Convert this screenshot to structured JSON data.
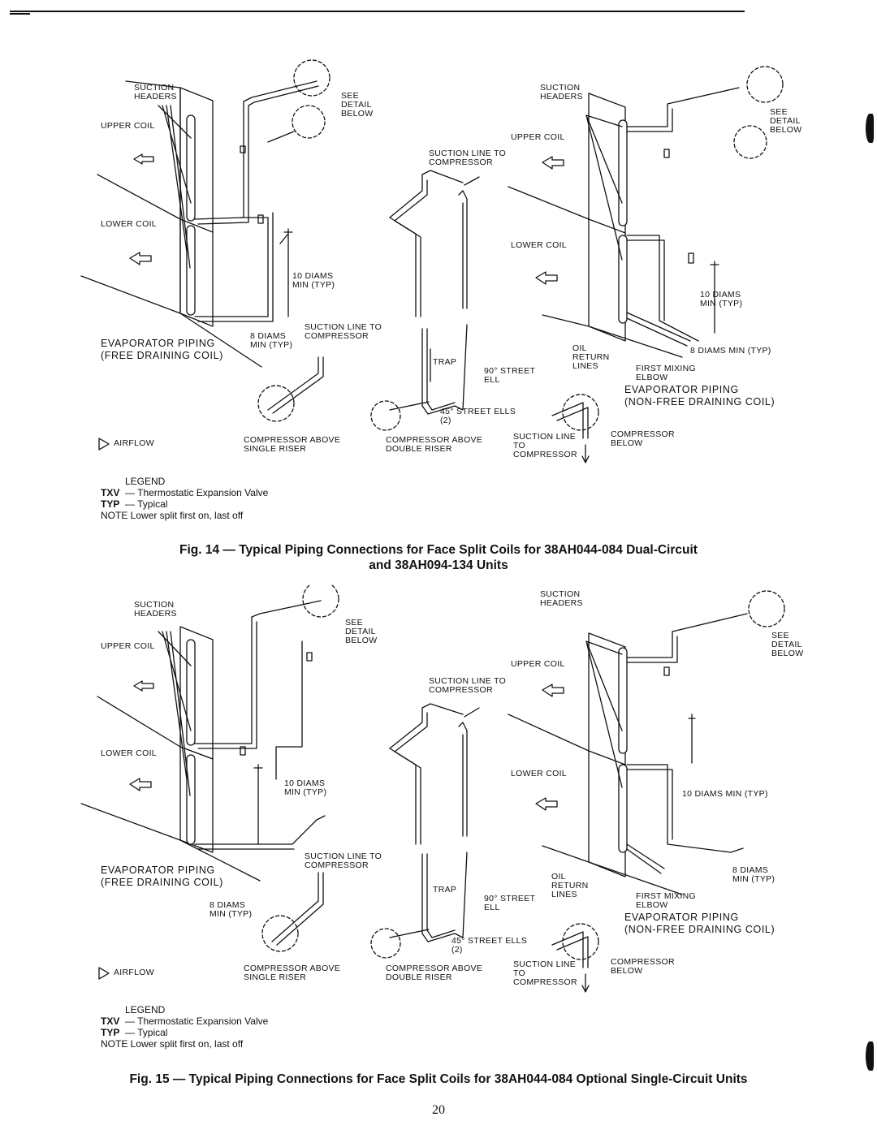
{
  "fig14": {
    "left_panel": {
      "suction_headers": "SUCTION HEADERS",
      "upper_coil": "UPPER COIL",
      "lower_coil": "LOWER COIL",
      "see_detail_below": "SEE DETAIL BELOW",
      "ten_diams_min": "10 DIAMS MIN (TYP)",
      "suction_line_to_compressor": "SUCTION LINE TO COMPRESSOR",
      "eight_diams_min": "8 DIAMS MIN (TYP)",
      "title": "EVAPORATOR PIPING",
      "subtitle": "(FREE DRAINING COIL)",
      "airflow": "AIRFLOW",
      "compressor_above_single": "COMPRESSOR ABOVE SINGLE RISER"
    },
    "middle_panel": {
      "suction_line_to_compressor": "SUCTION LINE TO COMPRESSOR",
      "trap": "TRAP",
      "street_ell_90": "90° STREET ELL",
      "street_ells_45": "45° STREET ELLS (2)",
      "compressor_above_double": "COMPRESSOR ABOVE DOUBLE RISER",
      "suction_line_to_compressor_2": "SUCTION LINE TO COMPRESSOR"
    },
    "right_panel": {
      "suction_headers": "SUCTION HEADERS",
      "upper_coil": "UPPER COIL",
      "lower_coil": "LOWER COIL",
      "see_detail_below": "SEE DETAIL BELOW",
      "ten_diams_min": "10 DIAMS MIN (TYP)",
      "oil_return_lines": "OIL RETURN LINES",
      "eight_diams_min": "8 DIAMS MIN (TYP)",
      "first_mixing_elbow": "FIRST MIXING ELBOW",
      "title": "EVAPORATOR PIPING",
      "subtitle": "(NON-FREE DRAINING COIL)",
      "compressor_below": "COMPRESSOR BELOW"
    },
    "legend": {
      "heading": "LEGEND",
      "txv_abbr": "TXV",
      "txv_def": "— Thermostatic Expansion Valve",
      "typ_abbr": "TYP",
      "typ_def": "— Typical",
      "note": "NOTE Lower split first on, last off"
    },
    "caption_line1": "Fig. 14 — Typical Piping Connections for Face Split Coils for 38AH044-084 Dual-Circuit",
    "caption_line2": "and 38AH094-134 Units"
  },
  "fig15": {
    "left_panel": {
      "suction_headers": "SUCTION HEADERS",
      "upper_coil": "UPPER COIL",
      "lower_coil": "LOWER COIL",
      "see_detail_below": "SEE DETAIL BELOW",
      "ten_diams_min": "10 DIAMS MIN (TYP)",
      "suction_line_to_compressor": "SUCTION LINE TO COMPRESSOR",
      "eight_diams_min": "8 DIAMS MIN (TYP)",
      "title": "EVAPORATOR PIPING",
      "subtitle": "(FREE DRAINING COIL)",
      "airflow": "AIRFLOW",
      "compressor_above_single": "COMPRESSOR ABOVE SINGLE RISER"
    },
    "middle_panel": {
      "suction_line_to_compressor": "SUCTION LINE TO COMPRESSOR",
      "trap": "TRAP",
      "street_ell_90": "90° STREET ELL",
      "street_ells_45": "45° STREET ELLS (2)",
      "compressor_above_double": "COMPRESSOR ABOVE DOUBLE RISER",
      "suction_line_to_compressor_2": "SUCTION LINE TO COMPRESSOR"
    },
    "right_panel": {
      "suction_headers": "SUCTION HEADERS",
      "upper_coil": "UPPER COIL",
      "lower_coil": "LOWER COIL",
      "see_detail_below": "SEE DETAIL BELOW",
      "ten_diams_min": "10 DIAMS MIN (TYP)",
      "oil_return_lines": "OIL RETURN LINES",
      "eight_diams_min": "8 DIAMS MIN (TYP)",
      "first_mixing_elbow": "FIRST MIXING ELBOW",
      "title": "EVAPORATOR PIPING",
      "subtitle": "(NON-FREE DRAINING COIL)",
      "compressor_below": "COMPRESSOR BELOW"
    },
    "legend": {
      "heading": "LEGEND",
      "txv_abbr": "TXV",
      "txv_def": "— Thermostatic Expansion Valve",
      "typ_abbr": "TYP",
      "typ_def": "— Typical",
      "note": "NOTE Lower split first on, last off"
    },
    "caption": "Fig. 15 — Typical Piping Connections for Face Split Coils for 38AH044-084 Optional Single-Circuit Units"
  },
  "page_number": "20"
}
